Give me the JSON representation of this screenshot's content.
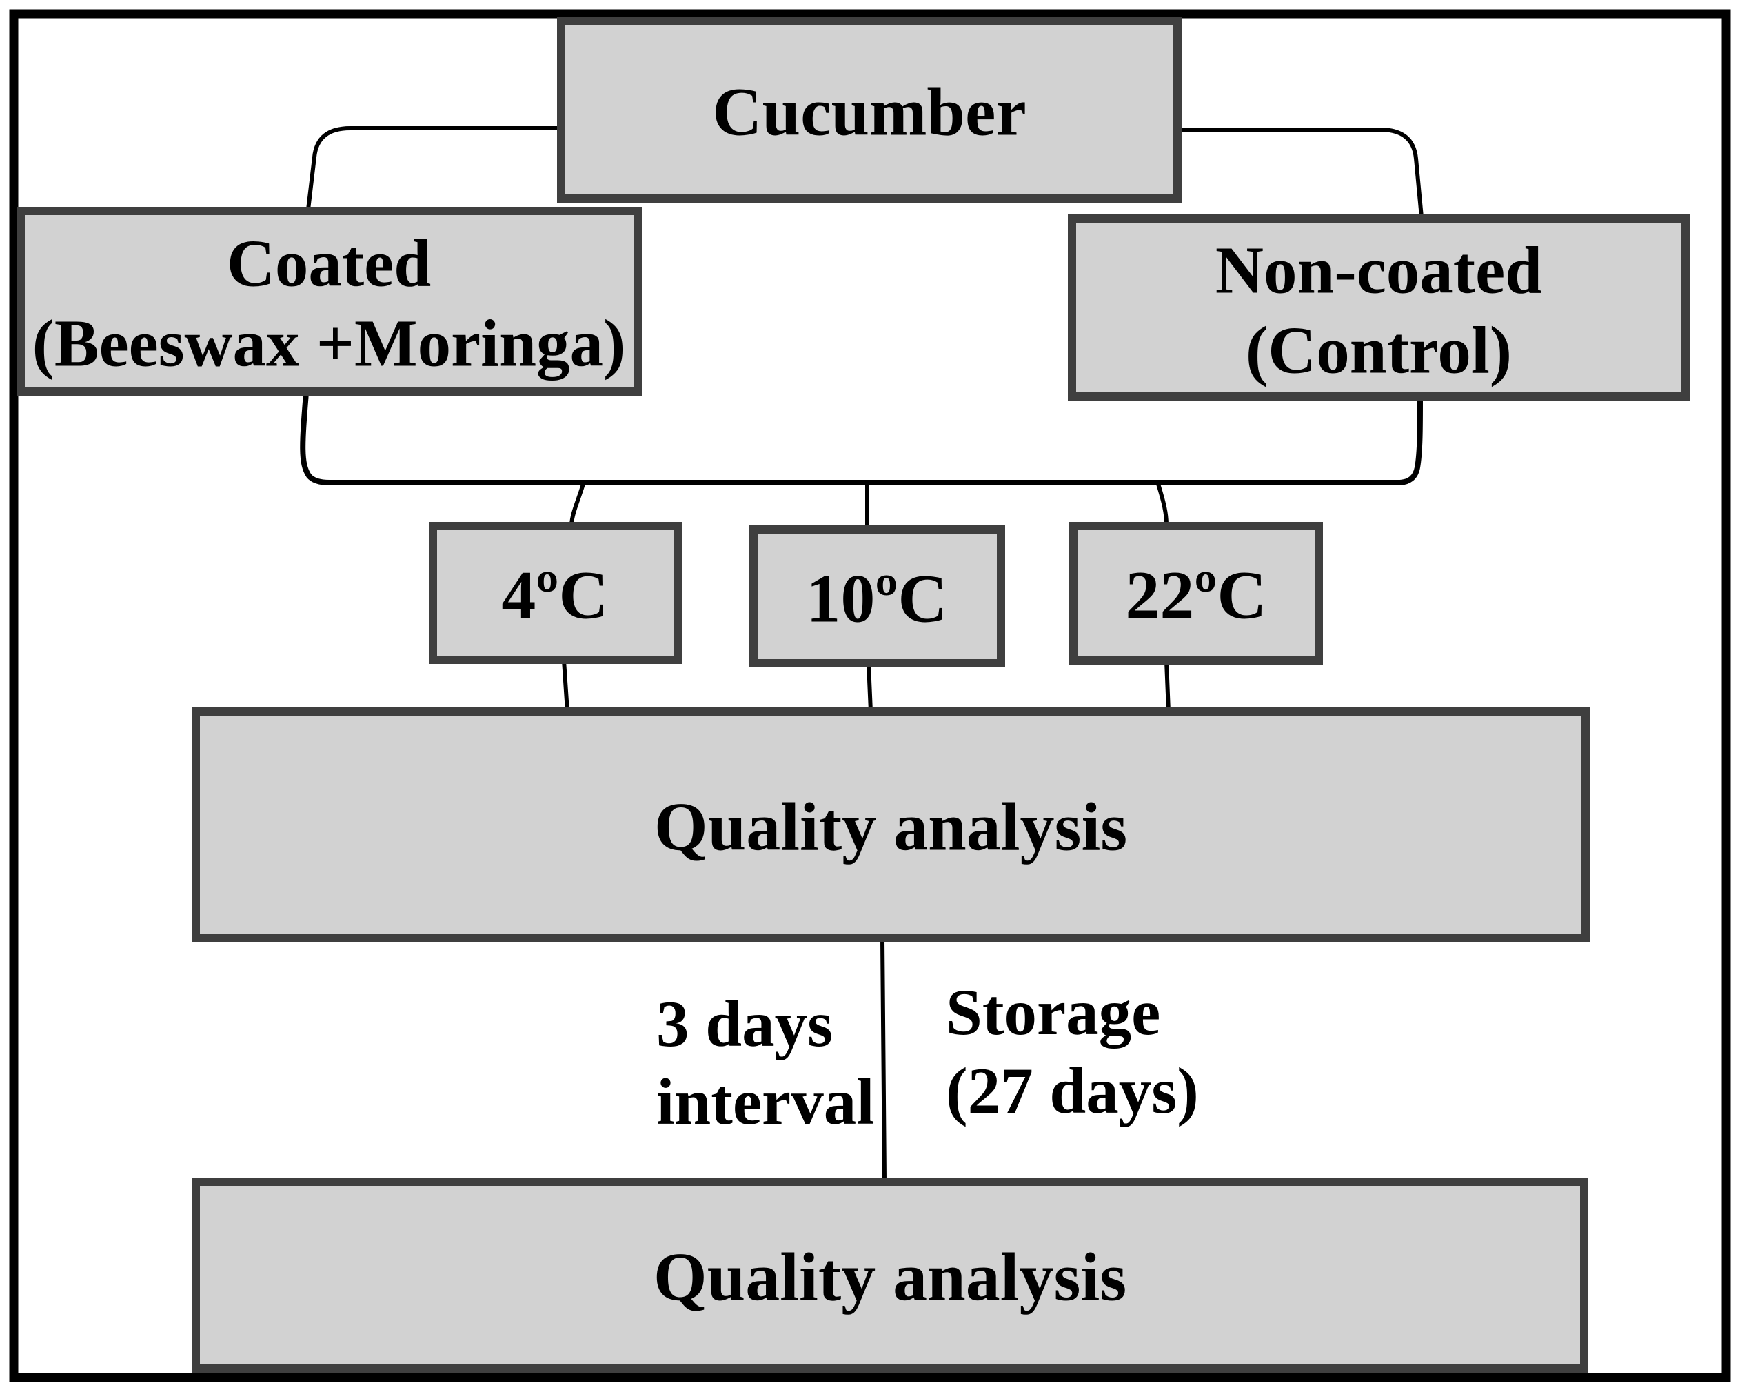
{
  "flowchart": {
    "cucumber": {
      "label": "Cucumber"
    },
    "coated": {
      "line1": "Coated",
      "line2": "(Beeswax +Moringa)"
    },
    "non_coated": {
      "line1": "Non-coated",
      "line2": "(Control)"
    },
    "temperatures": [
      {
        "label": "4ºC"
      },
      {
        "label": "10ºC"
      },
      {
        "label": "22ºC"
      }
    ],
    "quality_top": {
      "label": "Quality analysis"
    },
    "quality_bottom": {
      "label": "Quality analysis"
    },
    "interval_note": {
      "line1": "3 days",
      "line2": "interval"
    },
    "storage_note": {
      "line1": "Storage",
      "line2": "(27 days)"
    },
    "colors": {
      "box_fill": "#d2d2d2",
      "box_border": "#3f3f3f",
      "connector": "#000000",
      "frame": "#000000",
      "background": "#ffffff"
    }
  }
}
